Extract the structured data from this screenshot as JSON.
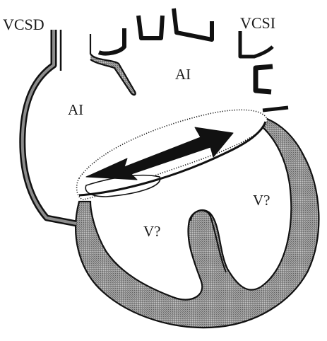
{
  "labels": {
    "vcsd": "VCSD",
    "vcsi": "VCSI",
    "ai_left": "AI",
    "ai_top": "AI",
    "v_left": "V?",
    "v_right": "V?"
  },
  "colors": {
    "outline": "#111111",
    "wall_fill": "#8c8c8c",
    "background": "#ffffff"
  }
}
